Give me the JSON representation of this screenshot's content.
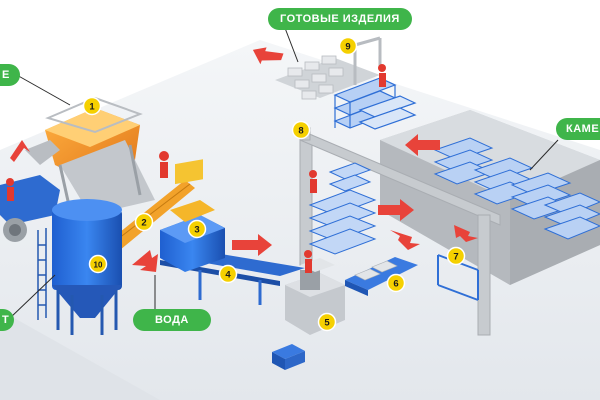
{
  "labels": {
    "ready_products": "ГОТОВЫЕ ИЗДЕЛИЯ",
    "water": "ВОДА",
    "chamber_partial": "КАМЕ",
    "left_partial_top": "Е",
    "left_partial_bottom": "Т"
  },
  "markers": [
    "1",
    "2",
    "3",
    "4",
    "5",
    "6",
    "7",
    "8",
    "9",
    "10"
  ],
  "colors": {
    "accent_green": "#3fb54a",
    "marker_yellow": "#f5d000",
    "equipment_blue": "#2f6fd6",
    "hopper_orange": "#f08a1c",
    "arrow_red": "#e8433a"
  }
}
